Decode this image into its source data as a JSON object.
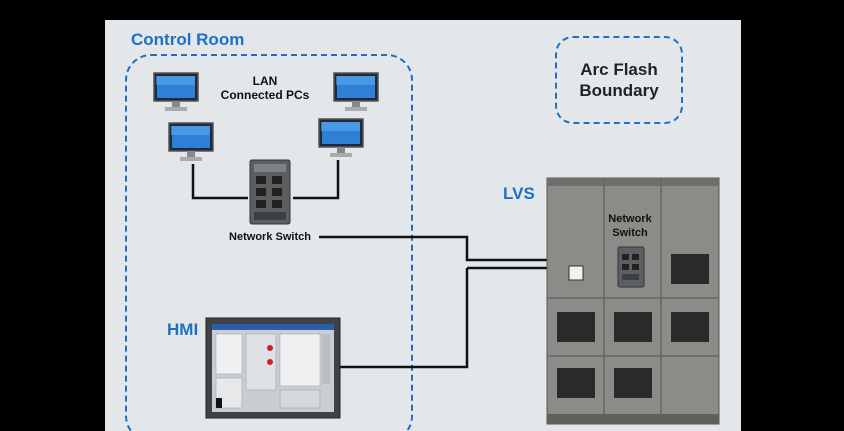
{
  "labels": {
    "control_room": "Control Room",
    "lan_line1": "LAN",
    "lan_line2": "Connected PCs",
    "network_switch_left": "Network Switch",
    "hmi": "HMI",
    "arc_flash_line1": "Arc Flash",
    "arc_flash_line2": "Boundary",
    "lvs": "LVS",
    "network_switch_right_line1": "Network",
    "network_switch_right_line2": "Switch"
  },
  "colors": {
    "accent": "#1f6fc5",
    "slide_bg": "#e4e7ea",
    "wire": "#111111",
    "cabinet": "#8b8b88"
  },
  "icons": [
    "monitor-icon",
    "network-switch-icon",
    "hmi-panel-icon",
    "switchgear-cabinet-icon"
  ]
}
